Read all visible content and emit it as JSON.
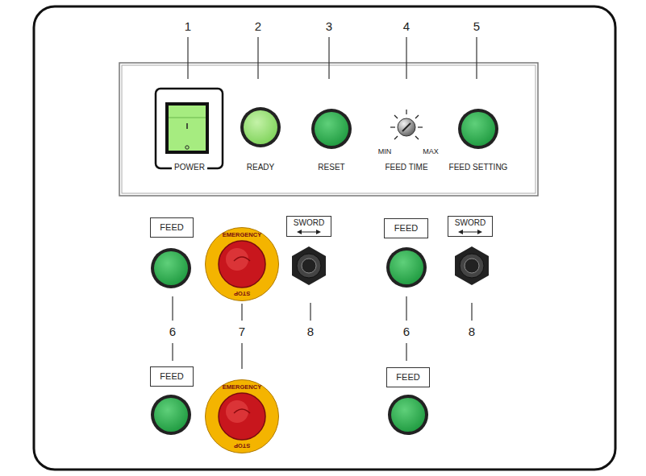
{
  "diagram": {
    "nodes": [
      {
        "text": [
          "FEED"
        ]
      },
      {
        "text": [
          "EMERGENCY",
          "STOP"
        ]
      },
      {
        "text": [
          "SWORD"
        ]
      },
      {
        "text": [
          "FEED"
        ]
      },
      {
        "text": [
          "SWORD"
        ]
      },
      {
        "text": [
          "FEED"
        ]
      },
      {
        "text": [
          "EMERGENCY",
          "STOP"
        ]
      },
      {
        "text": [
          "FEED"
        ]
      }
    ],
    "labels": [
      "1",
      "2",
      "3",
      "4",
      "5",
      "POWER",
      "READY",
      "RESET",
      "MIN",
      "MAX",
      "FEED TIME",
      "FEED SETTING",
      "6",
      "7",
      "8",
      "6",
      "8"
    ]
  }
}
